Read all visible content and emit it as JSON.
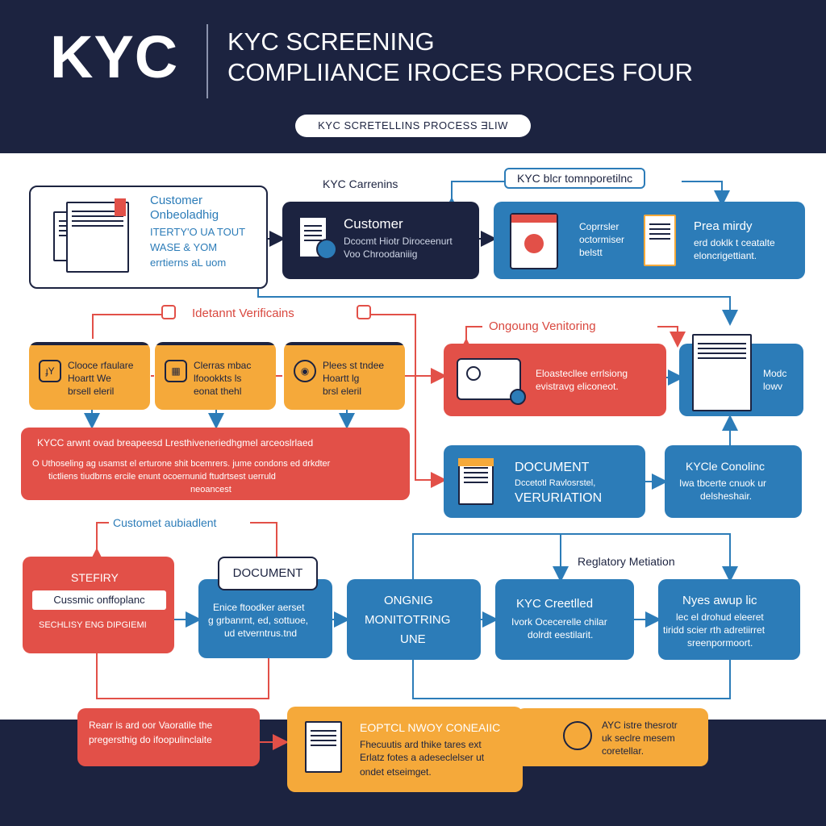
{
  "header": {
    "logo": "KYC",
    "title_line1": "KYC SCREENING",
    "title_line2": "COMPLIIANCE IROCES PROCES FOUR",
    "pill": "KYC SCRETELLINS PROCESS ƎLIW"
  },
  "top": {
    "label_kyc_carrenins": "KYC Carrenins",
    "label_top_right": "KYC blcr tomnporetilnc",
    "onboarding_card": {
      "title": "Customer Onbeoladhig",
      "line1": "ITERTY'O UA TOUT",
      "line2": "WASE & YOM",
      "line3": "errtierns aL uom"
    },
    "customer_card": {
      "title": "Customer",
      "line1": "Dcocmt Hiotr Diroceenurt",
      "line2": "Voo Chroodaniiig"
    },
    "right_card": {
      "left_text1": "Coprrsler",
      "left_text2": "octormiser",
      "left_text3": "belstt",
      "title": "Prea mirdy",
      "line1": "erd doklk t ceatalte",
      "line2": "eloncrigettiant."
    }
  },
  "identity": {
    "label": "Idetannt Verificains",
    "cards": [
      {
        "icon": "ɟY",
        "line1": "Clooce rfaulare",
        "line2": "Hoartt   We",
        "line3": "brsell eleril"
      },
      {
        "icon": "▦",
        "line1": "Clerras mbac",
        "line2": "lfoookkts   ls",
        "line3": "eonat thehl"
      },
      {
        "icon": "◉",
        "line1": "Plees st tndee",
        "line2": "Hoartt   lg",
        "line3": "brsl eleril"
      }
    ],
    "summary": {
      "title": "KYCC arwnt ovad breapeesd  Lresthiveneriedhgmel arceoslrlaed",
      "line1": "O Uthoseling ag usamst el erturone shit bcemrers. jume condons ed drkdter",
      "line2": "tictliens tiudbrns ercile enunt ocoernunid ftudrtsest uerruld",
      "line3": "neoancest"
    }
  },
  "ongoing": {
    "label": "Ongoung Venitoring",
    "card": {
      "line1": "Eloastecllee errlsiong",
      "line2": "evistravg eliconeot."
    },
    "side_card": {
      "line1": "Modc",
      "line2": "lowv"
    }
  },
  "document_verif": {
    "title1": "DOCUMENT",
    "sub": "Dccetotl Ravlosrstel,",
    "title2": "VERURIATION"
  },
  "kyc_onoline": {
    "title": "KYCle Conolinc",
    "line1": "Iwa tbcerte cnuok ur",
    "line2": "delsheshair."
  },
  "middle": {
    "label_customet": "Customet aubiadlent",
    "label_regulatory": "Reglatory Metiation",
    "stefiry": {
      "title": "STEFIRY",
      "pill": "Cussmic onffoplanc",
      "line": "SECHLISY ENG DIPGIEMI"
    },
    "document_tab": "DOCUMENT",
    "document_card": {
      "line1": "Enice ftoodker aerset",
      "line2": "g grbanrnt, ed, sottuoe,",
      "line3": "ud etverntrus.tnd"
    },
    "ongnig": {
      "line1": "ONGNIG",
      "line2": "MONITOTRING",
      "line3": "UNE"
    },
    "kyc_credited": {
      "title": "KYC Creetlled",
      "line1": "Ivork Ocecerelle chilar",
      "line2": "dolrdt eestilarit."
    },
    "nyes": {
      "title": "Nyes awup lic",
      "line1": "lec el drohud eleeret",
      "line2": "tiridd scier rth adretiirret",
      "line3": "sreenpormoort."
    }
  },
  "bottom": {
    "red_card": {
      "line1": "Rearr is ard oor Vaoratile the",
      "line2": "pregersthig do ifoopulinclaite"
    },
    "orange_card": {
      "title": "EOPTCL NWOY CONEAIIC",
      "line1": "Fhecuutis ard thike tares ext",
      "line2": "Erlatz fotes a adeseclelser ut",
      "line3": "ondet etseimget."
    },
    "right_card": {
      "line1": "AYC istre thesrotr",
      "line2": "uk seclre mesem",
      "line3": "coretellar."
    }
  },
  "colors": {
    "navy": "#1c2340",
    "blue": "#2c7cb8",
    "orange": "#f5a93a",
    "red": "#e25048"
  }
}
